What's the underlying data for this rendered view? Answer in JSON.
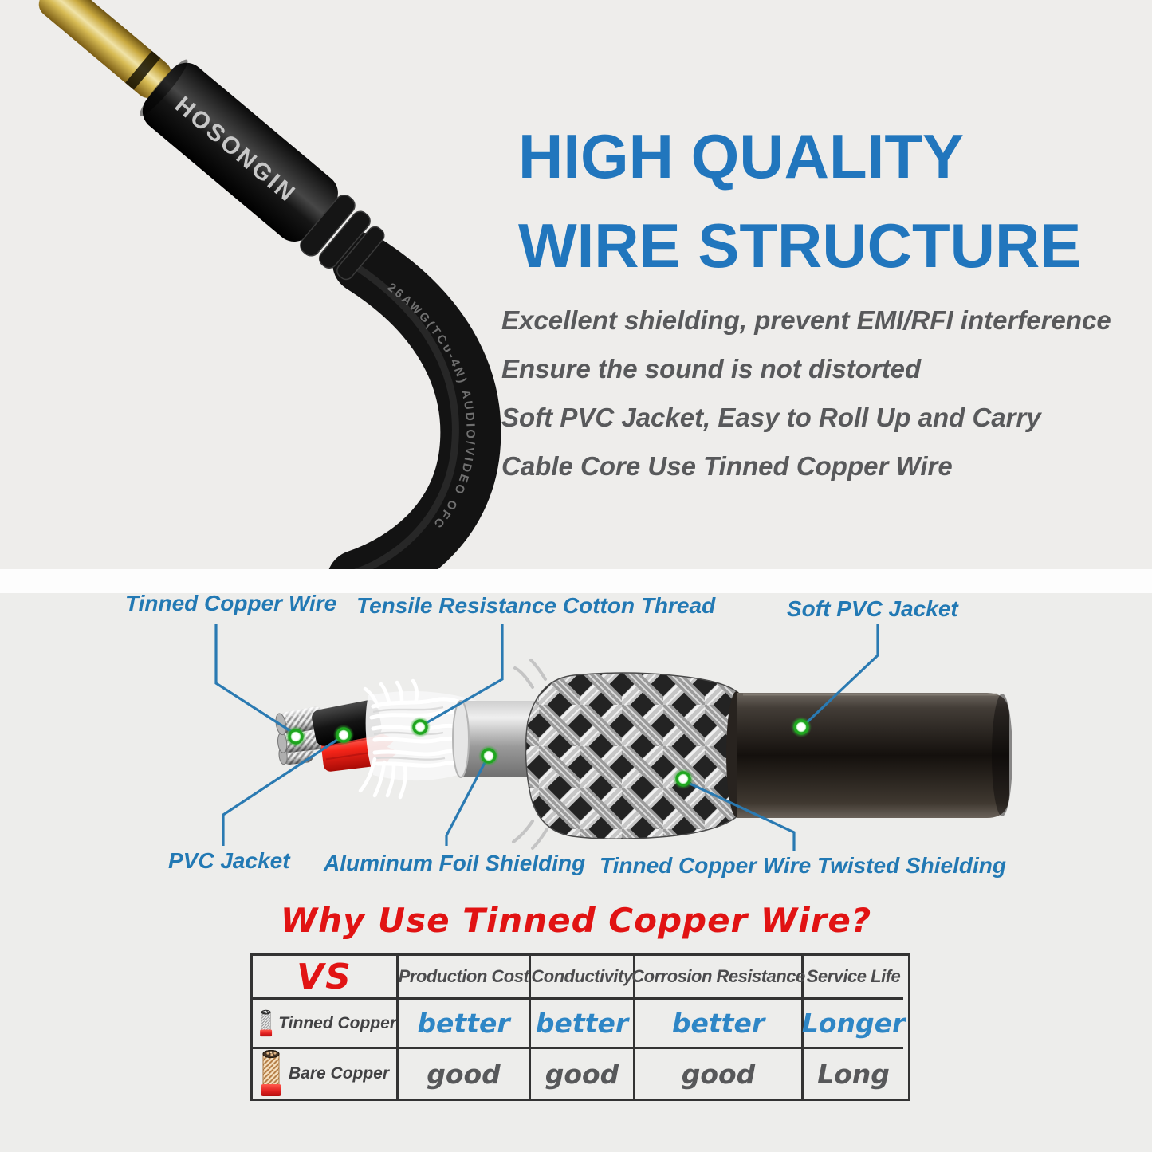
{
  "colors": {
    "title_blue": "#2176bd",
    "label_blue": "#2279b4",
    "leader_blue": "#2a7ab2",
    "dot_green": "#1fa51f",
    "heading_red": "#e11313",
    "value_blue": "#2e86c6",
    "value_gray": "#57585a",
    "background_gray": "#ededeb"
  },
  "hero": {
    "brand": "HOSONGIN",
    "cable_print": "26AWG(TCu-4N) AUDIO/VIDEO OFC",
    "title_line1": "HIGH QUALITY",
    "title_line2": "WIRE STRUCTURE",
    "bullets": [
      "Excellent shielding, prevent EMI/RFI interference",
      "Ensure the sound is not distorted",
      "Soft PVC Jacket, Easy to Roll Up and Carry",
      "Cable Core Use Tinned Copper Wire"
    ]
  },
  "diagram": {
    "labels_top": [
      "Tinned Copper Wire",
      "Tensile Resistance Cotton Thread",
      "Soft PVC Jacket"
    ],
    "labels_bottom": [
      "PVC Jacket",
      "Aluminum Foil Shielding",
      "Tinned Copper Wire Twisted Shielding"
    ]
  },
  "comparison": {
    "heading": "Why Use Tinned Copper Wire?",
    "table": {
      "vs_label": "VS",
      "columns": [
        "Production Cost",
        "Conductivity",
        "Corrosion Resistance",
        "Service Life"
      ],
      "rows": [
        {
          "name": "Tinned Copper",
          "values": [
            "better",
            "better",
            "better",
            "Longer"
          ]
        },
        {
          "name": "Bare Copper",
          "values": [
            "good",
            "good",
            "good",
            "Long"
          ]
        }
      ]
    }
  }
}
